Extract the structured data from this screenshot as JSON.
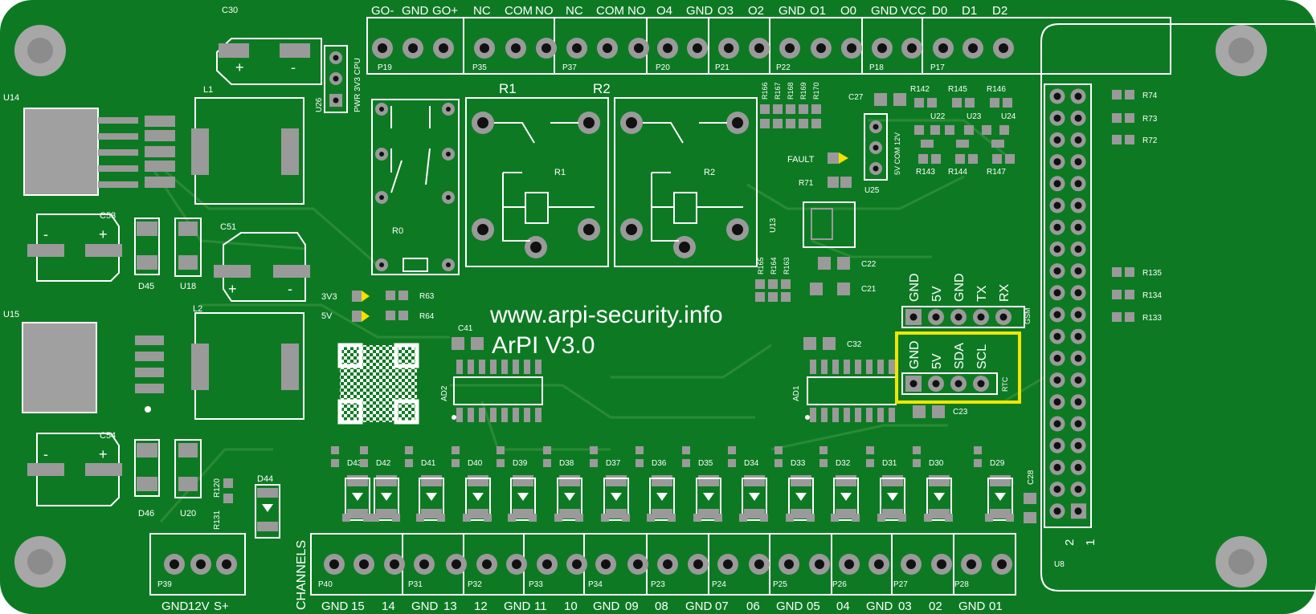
{
  "board": {
    "website": "www.arpi-security.info",
    "version": "ArPI  V3.0",
    "colors": {
      "pcb": "#0d7a23",
      "silk": "#ffffff",
      "pad": "#9a9a9a",
      "highlight": "#f2e600"
    }
  },
  "top_connectors": [
    {
      "ref": "P19",
      "pins": [
        "GO-",
        "GND",
        "GO+"
      ]
    },
    {
      "ref": "P35",
      "pins": [
        "NC",
        "COM",
        "NO"
      ]
    },
    {
      "ref": "P37",
      "pins": [
        "NC",
        "COM",
        "NO"
      ]
    },
    {
      "ref": "P20",
      "pins": [
        "O4",
        "GND"
      ]
    },
    {
      "ref": "P21",
      "pins": [
        "O3",
        "O2"
      ]
    },
    {
      "ref": "P22",
      "pins": [
        "GND",
        "O1",
        "O0"
      ]
    },
    {
      "ref": "P18",
      "pins": [
        "GND",
        "VCC"
      ]
    },
    {
      "ref": "P17",
      "pins": [
        "D0",
        "D1",
        "D2"
      ]
    }
  ],
  "bottom_connectors": [
    {
      "ref": "P39",
      "pins": [
        "GND",
        "12V",
        "S+"
      ]
    },
    {
      "ref": "P40",
      "pins": [
        "GND",
        "15",
        "14"
      ]
    },
    {
      "ref": "P31",
      "pins": [
        "GND",
        "13"
      ]
    },
    {
      "ref": "P32",
      "pins": [
        "12",
        "GND"
      ]
    },
    {
      "ref": "P33",
      "pins": [
        "11",
        "10"
      ]
    },
    {
      "ref": "P34",
      "pins": [
        "GND",
        "09"
      ]
    },
    {
      "ref": "P23",
      "pins": [
        "08",
        "GND"
      ]
    },
    {
      "ref": "P24",
      "pins": [
        "07",
        "06"
      ]
    },
    {
      "ref": "P25",
      "pins": [
        "GND",
        "05"
      ]
    },
    {
      "ref": "P26",
      "pins": [
        "04",
        "GND"
      ]
    },
    {
      "ref": "P27",
      "pins": [
        "03",
        "02"
      ]
    },
    {
      "ref": "P28",
      "pins": [
        "GND",
        "01"
      ]
    }
  ],
  "channels_label": "CHANNELS",
  "gsm": {
    "pins": [
      "GND",
      "5V",
      "GND",
      "TX",
      "RX"
    ],
    "label": "GSM"
  },
  "rtc": {
    "pins": [
      "GND",
      "5V",
      "SDA",
      "SCL"
    ],
    "label": "RTC"
  },
  "u26_label": "PWR 3V3 CPU",
  "u25_label": "5V COM 12V",
  "leds": [
    {
      "ref": "R63",
      "label": "3V3"
    },
    {
      "ref": "R64",
      "label": "5V"
    }
  ],
  "fault_label": "FAULT",
  "relay_labels": [
    "R1",
    "R2"
  ],
  "diodes": [
    "D43",
    "D42",
    "D41",
    "D40",
    "D39",
    "D38",
    "D37",
    "D36",
    "D35",
    "D34",
    "D33",
    "D32",
    "D31",
    "D30",
    "D29"
  ],
  "refs": {
    "c30": "C30",
    "c53": "C53",
    "c51": "C51",
    "c54": "C54",
    "l1": "L1",
    "l2": "L2",
    "u14": "U14",
    "u15": "U15",
    "u26": "U26",
    "u18": "U18",
    "u20": "U20",
    "d45": "D45",
    "d46": "D46",
    "d44": "D44",
    "r120": "R120",
    "r131": "R131",
    "r0": "R0",
    "r1": "R1",
    "r2": "R2",
    "r166": "R166",
    "r167": "R167",
    "r168": "R168",
    "r169": "R169",
    "r170": "R170",
    "c27": "C27",
    "r142": "R142",
    "r145": "R145",
    "r146": "R146",
    "u22": "U22",
    "u23": "U23",
    "u24": "U24",
    "r143": "R143",
    "r144": "R144",
    "r147": "R147",
    "r71": "R71",
    "u25": "U25",
    "u13": "U13",
    "r165": "R165",
    "r164": "R164",
    "r163": "R163",
    "c22": "C22",
    "c21": "C21",
    "c41": "C41",
    "c32": "C32",
    "ad2": "AD2",
    "ad1": "AD1",
    "c23": "C23",
    "c28": "C28",
    "r74": "R74",
    "r73": "R73",
    "r72": "R72",
    "r135": "R135",
    "r134": "R134",
    "r133": "R133",
    "u8": "U8",
    "pin2": "2",
    "pin1": "1"
  }
}
